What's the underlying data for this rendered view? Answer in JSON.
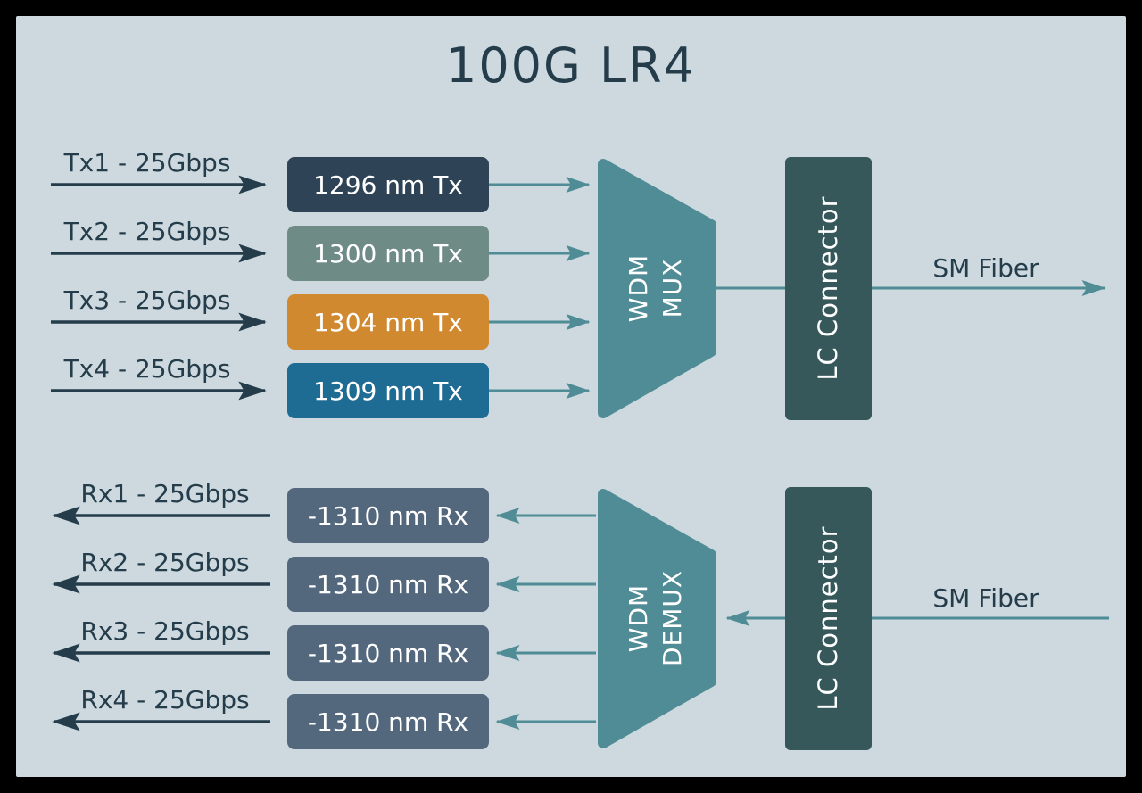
{
  "title": "100G LR4",
  "colors": {
    "background": "#cdd9df",
    "frame": "#000000",
    "ink": "#253c4b",
    "teal": "#4f8c95",
    "lc_box": "#36585a"
  },
  "tx": {
    "inputs": [
      {
        "label": "Tx1 - 25Gbps"
      },
      {
        "label": "Tx2 - 25Gbps"
      },
      {
        "label": "Tx3 - 25Gbps"
      },
      {
        "label": "Tx4 - 25Gbps"
      }
    ],
    "lasers": [
      {
        "label": "1296 nm Tx",
        "color": "#2e4355"
      },
      {
        "label": "1300 nm Tx",
        "color": "#6f8b85"
      },
      {
        "label": "1304 nm Tx",
        "color": "#d0892f"
      },
      {
        "label": "1309 nm Tx",
        "color": "#1e6b94"
      }
    ],
    "mux_line1": "WDM",
    "mux_line2": "MUX",
    "connector_label": "LC Connector",
    "fiber_label": "SM Fiber"
  },
  "rx": {
    "outputs": [
      {
        "label": "Rx1 - 25Gbps"
      },
      {
        "label": "Rx2 - 25Gbps"
      },
      {
        "label": "Rx3 - 25Gbps"
      },
      {
        "label": "Rx4 - 25Gbps"
      }
    ],
    "receivers": [
      {
        "label": "-1310 nm Rx",
        "color": "#54687d"
      },
      {
        "label": "-1310 nm Rx",
        "color": "#54687d"
      },
      {
        "label": "-1310 nm Rx",
        "color": "#54687d"
      },
      {
        "label": "-1310 nm Rx",
        "color": "#54687d"
      }
    ],
    "demux_line1": "WDM",
    "demux_line2": "DEMUX",
    "connector_label": "LC Connector",
    "fiber_label": "SM Fiber"
  }
}
